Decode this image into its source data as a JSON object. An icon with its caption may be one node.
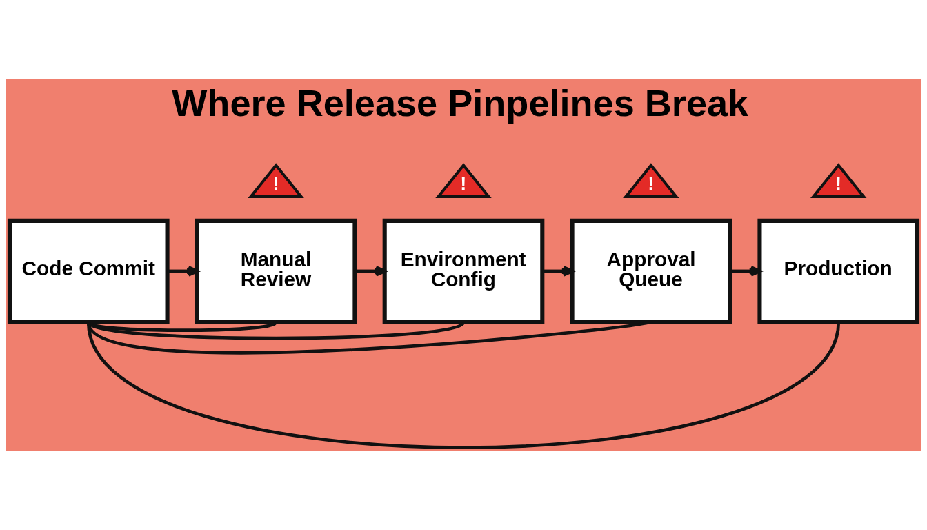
{
  "diagram": {
    "title": "Where Release Pinpelines Break",
    "nodes": [
      {
        "text": [
          "!"
        ]
      },
      {
        "text": [
          "!"
        ]
      },
      {
        "text": [
          "!"
        ]
      },
      {
        "text": [
          "!"
        ]
      },
      {
        "text": [
          "Code Commit"
        ]
      },
      {
        "text": [
          "Manual Review"
        ]
      },
      {
        "text": [
          "Environment Config"
        ]
      },
      {
        "text": [
          "Approval Queue"
        ]
      },
      {
        "text": [
          "Production"
        ]
      }
    ],
    "edges": [
      {
        "from": 4,
        "to": 5,
        "arrow": "to"
      },
      {
        "from": 5,
        "to": 6,
        "arrow": "to"
      },
      {
        "from": 6,
        "to": 7,
        "arrow": "to"
      },
      {
        "from": 7,
        "to": 8,
        "arrow": "to"
      },
      {
        "from": 4,
        "to": 5,
        "arrow": "none"
      },
      {
        "from": 4,
        "to": 6,
        "arrow": "none"
      },
      {
        "from": 4,
        "to": 7,
        "arrow": "none"
      },
      {
        "from": 4,
        "to": 8,
        "arrow": "none"
      }
    ]
  }
}
